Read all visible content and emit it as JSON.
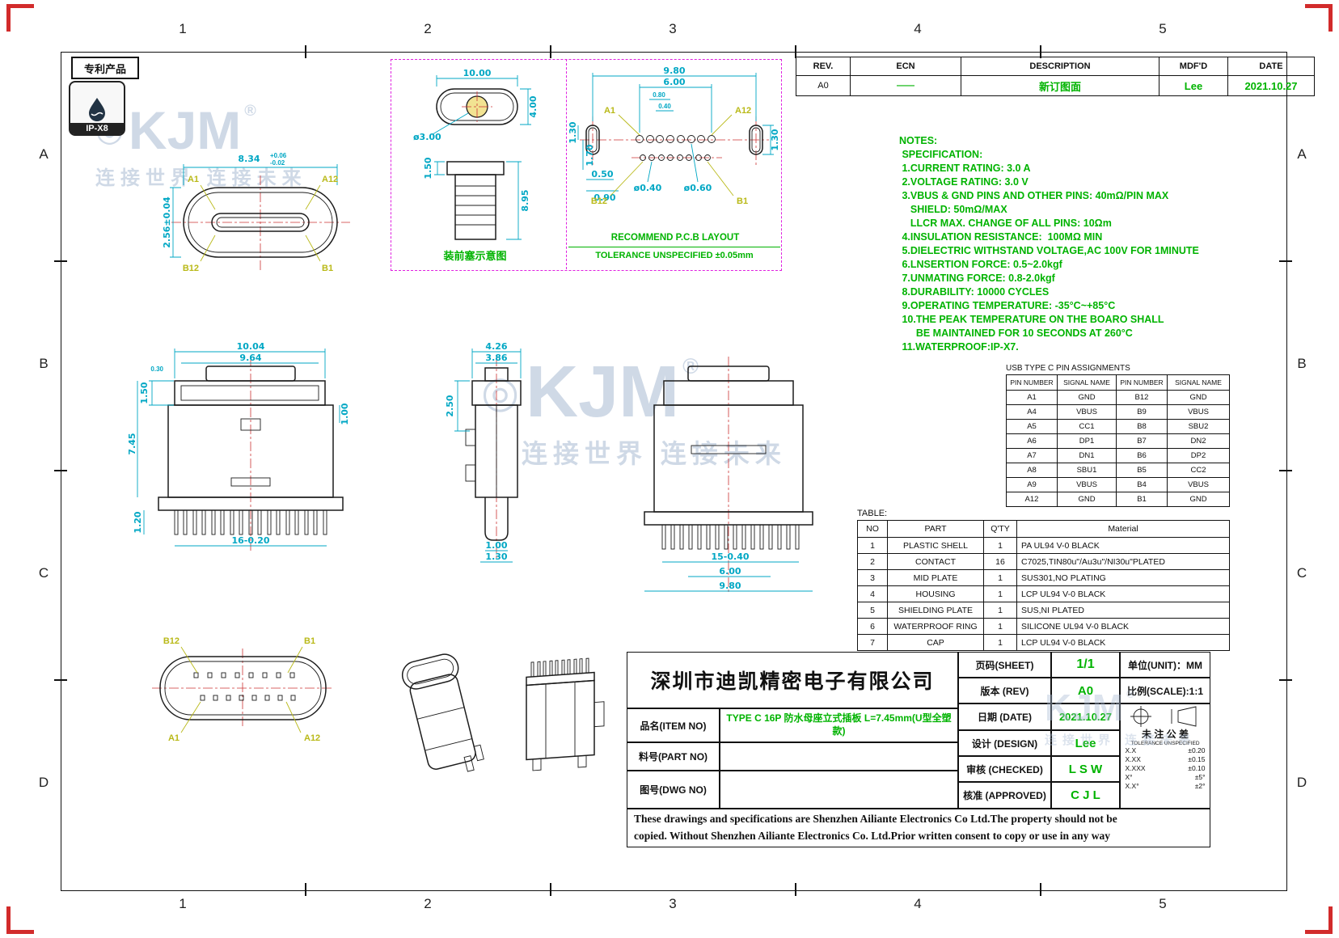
{
  "page": {
    "patent_label": "专利产品",
    "ip_rating": "IP-X8"
  },
  "grid": {
    "cols": [
      "1",
      "2",
      "3",
      "4",
      "5"
    ],
    "rows": [
      "A",
      "B",
      "C",
      "D"
    ]
  },
  "watermark": {
    "logo": "KJM",
    "reg": "®",
    "emblem": "◎",
    "slogan": "连接世界 连接未来"
  },
  "revision_table": {
    "headers": [
      "REV.",
      "ECN",
      "DESCRIPTION",
      "MDF'D",
      "DATE"
    ],
    "row": {
      "rev": "A0",
      "ecn": "——",
      "description": "新订图面",
      "mdfd": "Lee",
      "date": "2021.10.27"
    }
  },
  "notes": {
    "title": "NOTES:",
    "lines": [
      " SPECIFICATION:",
      " 1.CURRENT RATING: 3.0 A",
      " 2.VOLTAGE RATING: 3.0 V",
      " 3.VBUS & GND PINS AND OTHER PINS: 40mΩ/PIN MAX",
      "    SHIELD: 50mΩ/MAX",
      "    LLCR MAX. CHANGE OF ALL PINS: 10Ωm",
      " 4.INSULATION RESISTANCE:  100MΩ MIN",
      " 5.DIELECTRIC WITHSTAND VOLTAGE,AC 100V FOR 1MINUTE",
      " 6.LNSERTION FORCE: 0.5~2.0kgf",
      " 7.UNMATING FORCE: 0.8-2.0kgf",
      " 8.DURABILITY: 10000 CYCLES",
      " 9.OPERATING TEMPERATURE: -35°C~+85°C",
      " 10.THE PEAK TEMPERATURE ON THE BOARO SHALL",
      "      BE MAINTAINED FOR 10 SECONDS AT 260°C",
      " 11.WATERPROOF:IP-X7."
    ]
  },
  "pin_table": {
    "title": "USB TYPE C PIN ASSIGNMENTS",
    "headers": [
      "PIN NUMBER",
      "SIGNAL NAME",
      "PIN NUMBER",
      "SIGNAL NAME"
    ],
    "rows": [
      [
        "A1",
        "GND",
        "B12",
        "GND"
      ],
      [
        "A4",
        "VBUS",
        "B9",
        "VBUS"
      ],
      [
        "A5",
        "CC1",
        "B8",
        "SBU2"
      ],
      [
        "A6",
        "DP1",
        "B7",
        "DN2"
      ],
      [
        "A7",
        "DN1",
        "B6",
        "DP2"
      ],
      [
        "A8",
        "SBU1",
        "B5",
        "CC2"
      ],
      [
        "A9",
        "VBUS",
        "B4",
        "VBUS"
      ],
      [
        "A12",
        "GND",
        "B1",
        "GND"
      ]
    ]
  },
  "parts_table": {
    "label": "TABLE:",
    "headers": [
      "NO",
      "PART",
      "Q'TY",
      "Material"
    ],
    "rows": [
      [
        "1",
        "PLASTIC SHELL",
        "1",
        "PA UL94 V-0 BLACK"
      ],
      [
        "2",
        "CONTACT",
        "16",
        "C7025,TIN80u\"/Au3u\"/NI30u\"PLATED"
      ],
      [
        "3",
        "MID PLATE",
        "1",
        "SUS301,NO PLATING"
      ],
      [
        "4",
        "HOUSING",
        "1",
        "LCP UL94 V-0 BLACK"
      ],
      [
        "5",
        "SHIELDING PLATE",
        "1",
        "SUS,NI PLATED"
      ],
      [
        "6",
        "WATERPROOF RING",
        "1",
        "SILICONE UL94 V-0 BLACK"
      ],
      [
        "7",
        "CAP",
        "1",
        "LCP UL94 V-0 BLACK"
      ]
    ]
  },
  "title_block": {
    "company": "深圳市迪凯精密电子有限公司",
    "sheet_label": "页码(SHEET)",
    "sheet_value": "1/1",
    "unit_label": "单位(UNIT)：MM",
    "rev_label": "版本 (REV)",
    "rev_value": "A0",
    "scale_label": "比例(SCALE):1:1",
    "date_label": "日期 (DATE)",
    "date_value": "2021.10.27",
    "design_label": "设计 (DESIGN)",
    "design_value": "Lee",
    "checked_label": "审核 (CHECKED)",
    "checked_value": "L S W",
    "approved_label": "核准 (APPROVED)",
    "approved_value": "C J L",
    "item_label": "品名(ITEM NO)",
    "item_value": "TYPE C 16P 防水母座立式插板 L=7.45mm(U型全塑款)",
    "part_label": "料号(PART NO)",
    "part_value": "",
    "dwg_label": "图号(DWG NO)",
    "dwg_value": "",
    "tol_title": "未 注 公 差",
    "tol_sub": "TOLERANCE UNSPECIFIED",
    "tolerances": [
      [
        "X.X",
        "±0.20"
      ],
      [
        "X.XX",
        "±0.15"
      ],
      [
        "X.XXX",
        "±0.10"
      ],
      [
        "X°",
        "±5°"
      ],
      [
        "X.X°",
        "±2°"
      ]
    ],
    "disclaimer_line1": "These drawings and specifications are Shenzhen Ailiante Electronics Co Ltd.The property should not be",
    "disclaimer_line2": "copied. Without Shenzhen Ailiante Electronics Co. Ltd.Prior written consent to copy or use in any way"
  },
  "views": {
    "front_face": {
      "dim_w": "8.34",
      "tol_p": "+0.06",
      "tol_m": "-0.02",
      "dim_h": "2.56±0.04",
      "a1": "A1",
      "a12": "A12",
      "b12": "B12",
      "b1": "B1"
    },
    "plug_top": {
      "w": "10.00",
      "h": "4.00",
      "hole": "ø3.00"
    },
    "plug_side": {
      "t": "1.50",
      "h": "8.95",
      "caption": "装前塞示意图"
    },
    "pcb": {
      "w": "9.80",
      "w2": "6.00",
      "p1": "0.80",
      "p2": "0.40",
      "l1": "1.30",
      "l2": "1.70",
      "r1": "1.30",
      "bl1": "0.50",
      "bl2": "0.90",
      "pad_s": "ø0.40",
      "pad_l": "ø0.60",
      "a1": "A1",
      "a12": "A12",
      "b12": "B12",
      "b1": "B1",
      "title": "RECOMMEND P.C.B LAYOUT",
      "tol": "TOLERANCE UNSPECIFIED ±0.05mm"
    },
    "front_view": {
      "w1": "10.04",
      "w2": "9.64",
      "d1": "0.30",
      "d2": "1.50",
      "h": "7.45",
      "r1": "1.00",
      "b1": "1.20",
      "pins": "16-0.20"
    },
    "side_view": {
      "w1": "4.26",
      "w2": "3.86",
      "h": "2.50",
      "p1": "1.00",
      "p2": "1.30"
    },
    "rear_view": {
      "pins": "15-0.40",
      "w2": "6.00",
      "w1": "9.80"
    },
    "bottom_view": {
      "b12": "B12",
      "b1": "B1",
      "a1": "A1",
      "a12": "A12"
    }
  }
}
